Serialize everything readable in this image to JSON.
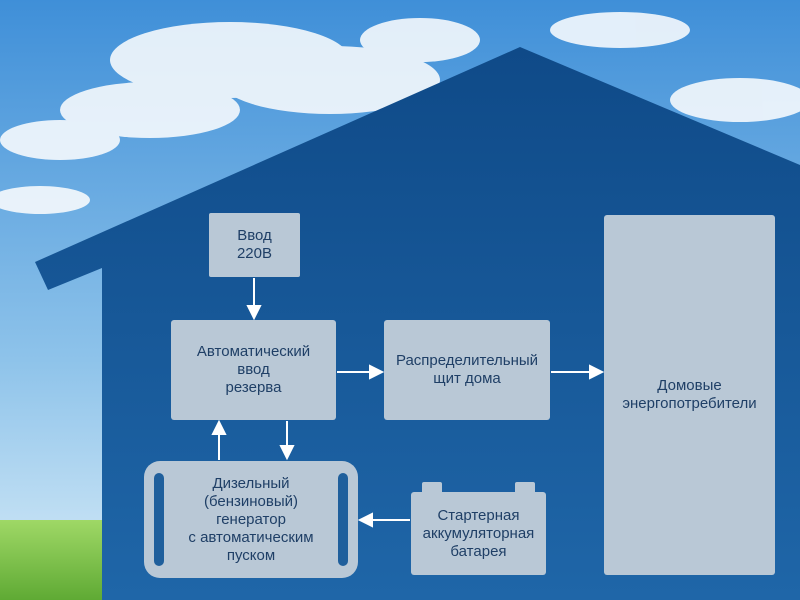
{
  "colors": {
    "sky_top": "#3f8fd8",
    "sky_bottom": "#cfe6f7",
    "house": "#1f5f9c",
    "house_dark": "#0f4a88",
    "box_fill": "#b9c8d6",
    "box_text": "#1f3f66",
    "arrow": "#ffffff",
    "grass": "#7cc24a"
  },
  "boxes": {
    "input": "Ввод\n220В",
    "ats": "Автоматический\nввод\nрезерва",
    "panel": "Распределительный\nщит дома",
    "consumers": "Домовые\nэнергопотребители",
    "generator": "Дизельный\n(бензиновый)\nгенератор\nс автоматическим\nпуском",
    "battery": "Стартерная\nаккумуляторная\nбатарея"
  }
}
